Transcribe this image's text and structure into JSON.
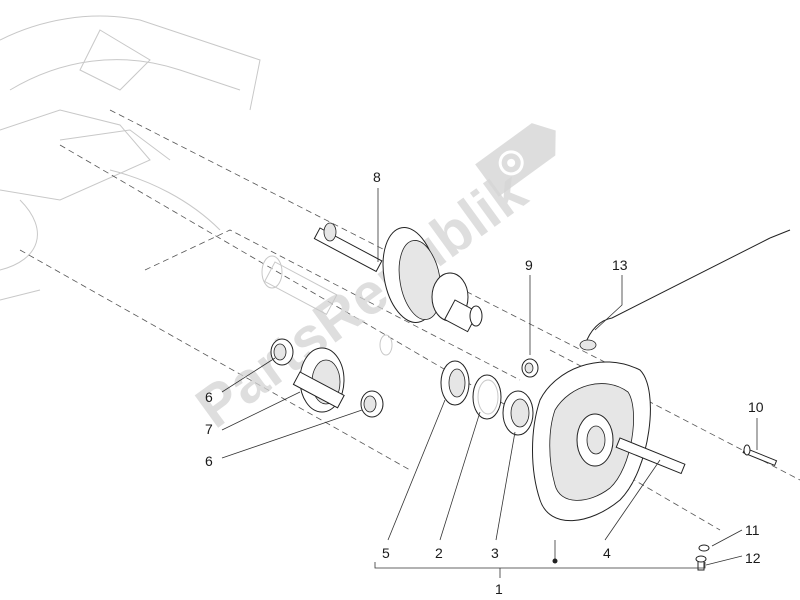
{
  "watermark": {
    "text": "PartsRepublik",
    "icon": "gear-icon"
  },
  "callouts": [
    {
      "id": "c8",
      "text": "8"
    },
    {
      "id": "c9",
      "text": "9"
    },
    {
      "id": "c13",
      "text": "13"
    },
    {
      "id": "c10",
      "text": "10"
    },
    {
      "id": "c6a",
      "text": "6"
    },
    {
      "id": "c7",
      "text": "7"
    },
    {
      "id": "c6b",
      "text": "6"
    },
    {
      "id": "c5",
      "text": "5"
    },
    {
      "id": "c2",
      "text": "2"
    },
    {
      "id": "c3",
      "text": "3"
    },
    {
      "id": "c4",
      "text": "4"
    },
    {
      "id": "c11",
      "text": "11"
    },
    {
      "id": "c12",
      "text": "12"
    },
    {
      "id": "c1",
      "text": "1"
    }
  ],
  "colors": {
    "line": "#222222",
    "ghost": "#c8c8c8",
    "watermark": "#d4d4d4"
  }
}
